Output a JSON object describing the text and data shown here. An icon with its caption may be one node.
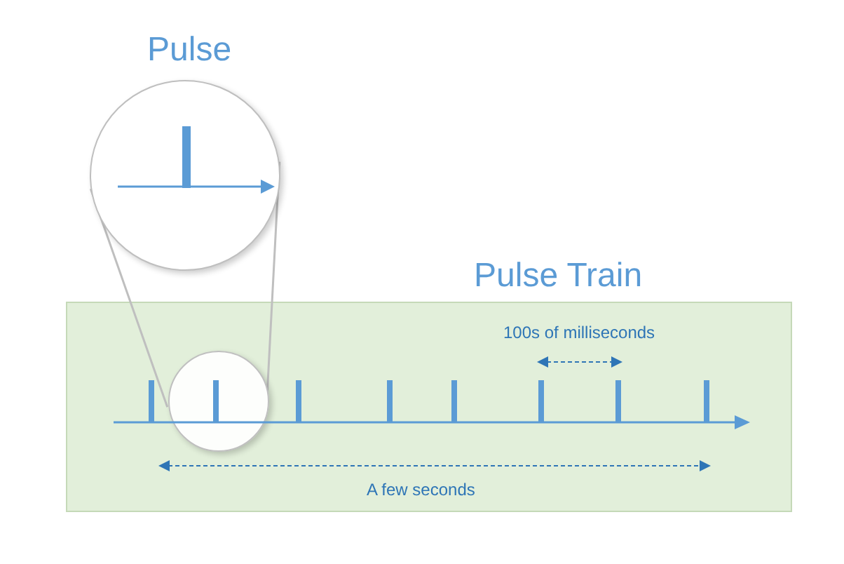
{
  "diagram": {
    "nodes": [
      {
        "text": [
          "Pulse Train"
        ]
      },
      {
        "text": [
          "Pulse"
        ]
      },
      {
        "text": [],
        "shape": "circle",
        "in": 0
      }
    ],
    "edges": [
      {
        "from": 2,
        "to": 1,
        "arrow": "none"
      }
    ],
    "labels": [
      "100s of milliseconds",
      "A few seconds"
    ]
  }
}
